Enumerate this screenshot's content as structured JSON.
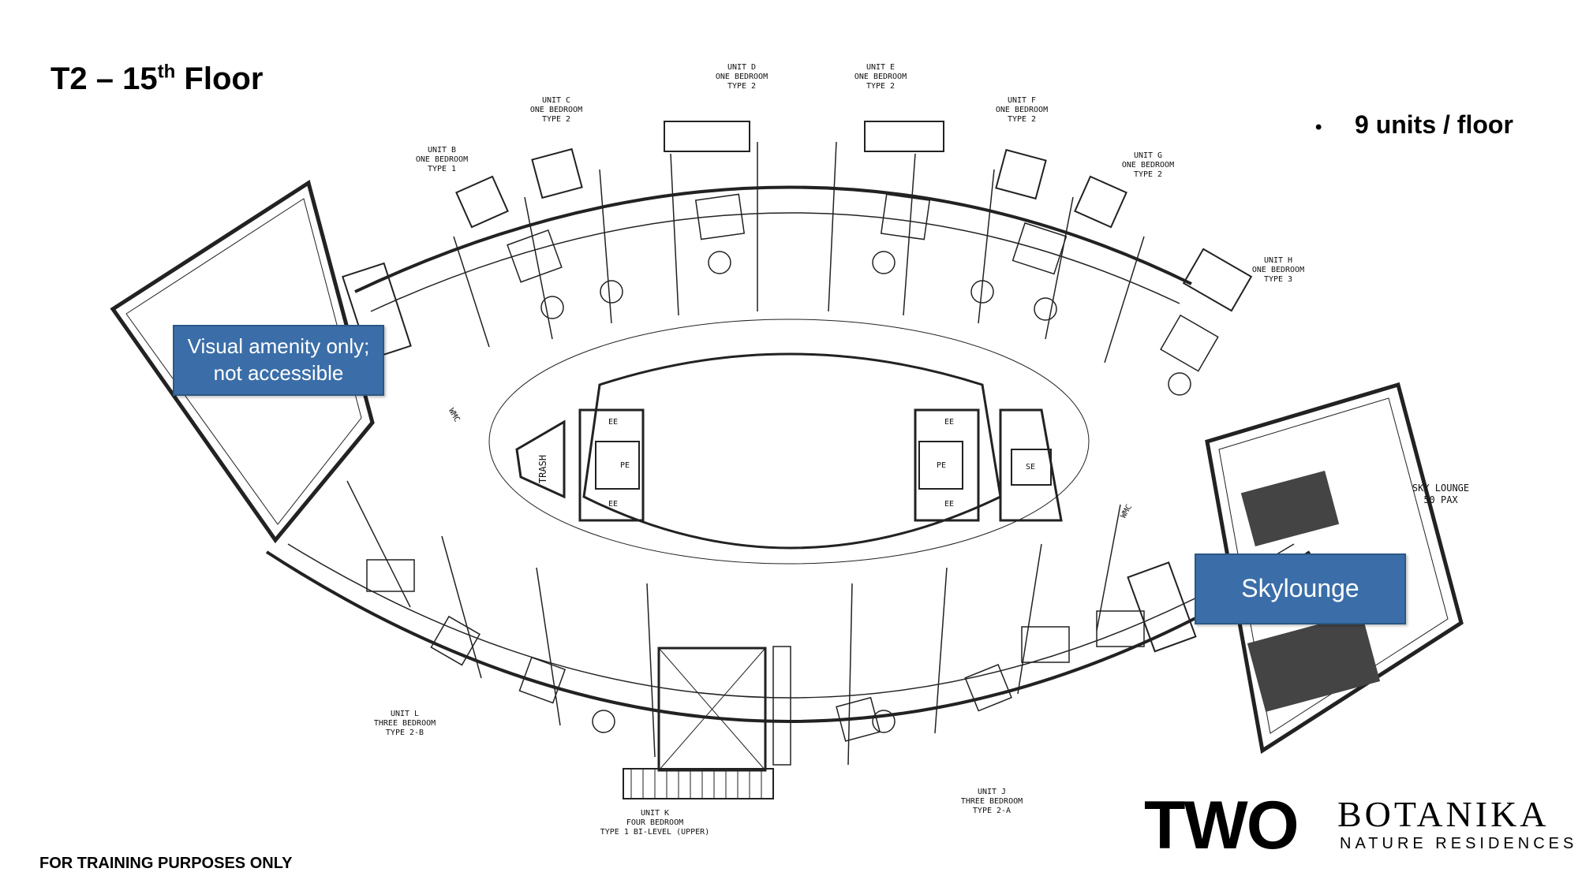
{
  "title": {
    "prefix": "T2 – 15",
    "suffix": "th",
    "rest": " Floor"
  },
  "units_note": "9 units / floor",
  "footer": "FOR TRAINING PURPOSES ONLY",
  "callouts": {
    "visual_amenity": "Visual amenity only; not accessible",
    "skylounge": "Skylounge"
  },
  "logo": {
    "two": "TWO",
    "brand": "BOTANIKA",
    "sub": "NATURE RESIDENCES"
  },
  "colors": {
    "callout": "#3b6ea8",
    "text": "#000000",
    "line": "#222222"
  },
  "units": [
    {
      "name": "UNIT B",
      "desc": "ONE BEDROOM",
      "type": "TYPE 1"
    },
    {
      "name": "UNIT C",
      "desc": "ONE BEDROOM",
      "type": "TYPE 2"
    },
    {
      "name": "UNIT D",
      "desc": "ONE BEDROOM",
      "type": "TYPE 2"
    },
    {
      "name": "UNIT E",
      "desc": "ONE BEDROOM",
      "type": "TYPE 2"
    },
    {
      "name": "UNIT F",
      "desc": "ONE BEDROOM",
      "type": "TYPE 2"
    },
    {
      "name": "UNIT G",
      "desc": "ONE BEDROOM",
      "type": "TYPE 2"
    },
    {
      "name": "UNIT H",
      "desc": "ONE BEDROOM",
      "type": "TYPE 3"
    },
    {
      "name": "UNIT L",
      "desc": "THREE BEDROOM",
      "type": "TYPE 2-B"
    },
    {
      "name": "UNIT K",
      "desc": "FOUR BEDROOM",
      "type": "TYPE 1 BI-LEVEL (UPPER)"
    },
    {
      "name": "UNIT J",
      "desc": "THREE BEDROOM",
      "type": "TYPE 2-A"
    }
  ],
  "sky_lounge": {
    "name": "SKY LOUNGE",
    "pax": "50 PAX"
  },
  "core_labels": {
    "trash": "TRASH",
    "ee": "EE",
    "se": "SE",
    "wmc": "WMC",
    "pe": "PE"
  }
}
